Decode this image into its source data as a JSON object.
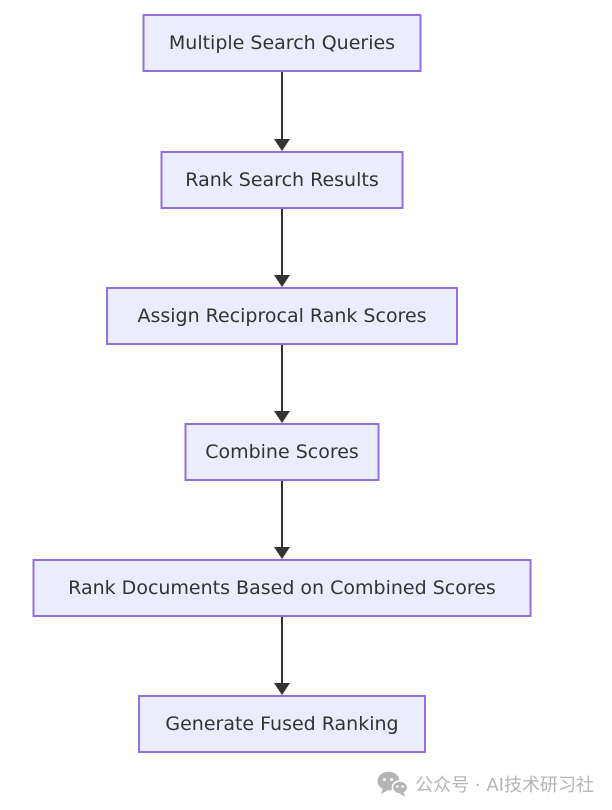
{
  "flowchart": {
    "type": "flowchart-top-down",
    "nodes": [
      {
        "id": "n1",
        "label": "Multiple Search Queries"
      },
      {
        "id": "n2",
        "label": "Rank Search Results"
      },
      {
        "id": "n3",
        "label": "Assign Reciprocal Rank Scores"
      },
      {
        "id": "n4",
        "label": "Combine Scores"
      },
      {
        "id": "n5",
        "label": "Rank Documents Based on Combined Scores"
      },
      {
        "id": "n6",
        "label": "Generate Fused Ranking"
      }
    ],
    "edges": [
      {
        "from": "n1",
        "to": "n2"
      },
      {
        "from": "n2",
        "to": "n3"
      },
      {
        "from": "n3",
        "to": "n4"
      },
      {
        "from": "n4",
        "to": "n5"
      },
      {
        "from": "n5",
        "to": "n6"
      }
    ],
    "colors": {
      "node_fill": "#ECECFF",
      "node_border": "#9370DB",
      "node_text": "#333333",
      "arrow": "#333333",
      "background": "#ffffff"
    }
  },
  "watermark": {
    "icon": "wechat-bubbles-icon",
    "text": "公众号 · AI技术研习社",
    "color": "#b5b5b5"
  }
}
